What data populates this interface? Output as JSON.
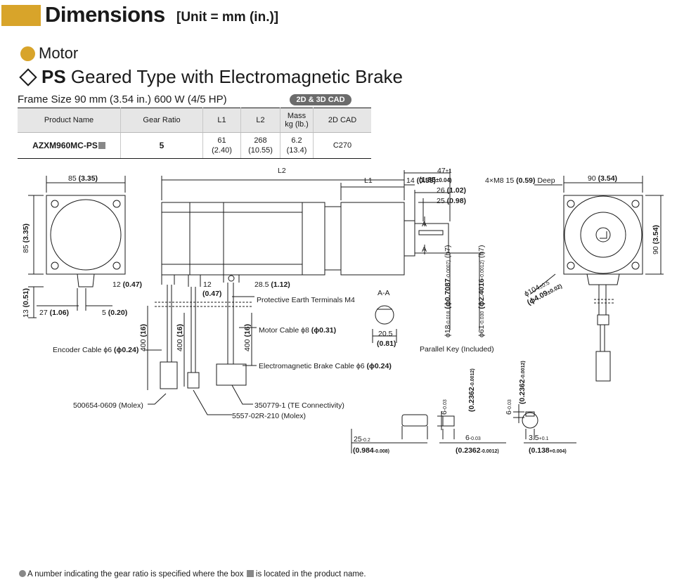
{
  "header": {
    "title": "Dimensions",
    "unit": "[Unit = mm (in.)]"
  },
  "section": {
    "motor": "Motor",
    "type_bold": "PS",
    "type_rest": "Geared Type with Electromagnetic Brake"
  },
  "frame_line": "Frame Size 90 mm (3.54 in.) 600 W (4/5 HP)",
  "cad_badge": "2D & 3D CAD",
  "table": {
    "headers": {
      "product": "Product Name",
      "gear": "Gear Ratio",
      "l1": "L1",
      "l2": "L2",
      "mass1": "Mass",
      "mass2": "kg (lb.)",
      "cad": "2D CAD"
    },
    "row": {
      "product": "AZXM960MC-PS",
      "gear": "5",
      "l1a": "61",
      "l1b": "(2.40)",
      "l2a": "268",
      "l2b": "(10.55)",
      "massa": "6.2",
      "massb": "(13.4)",
      "cad": "C270"
    }
  },
  "dims": {
    "d85": "85",
    "d85in": "(3.35)",
    "d85v": "85",
    "d85vin": "(3.35)",
    "d13": "13",
    "d13in": "(0.51)",
    "d27": "27",
    "d27in": "(1.06)",
    "d5": "5",
    "d5in": "(0.20)",
    "d12": "12",
    "d12in": "(0.47)",
    "d12b": "12",
    "d12bin": "(0.47)",
    "d28": "28.5",
    "d28in": "(1.12)",
    "l2": "L2",
    "l1": "L1",
    "d47": "47",
    "d47tol": "±1",
    "d185": "(1.85",
    "d185tol": "±0.04)",
    "d14": "14",
    "d14in": "(0.55)",
    "d26": "26",
    "d26in": "(1.02)",
    "d25": "25",
    "d25in": "(0.98)",
    "a_label": "A",
    "m8": "4×M8 15",
    "m8in": "(0.59)",
    "m8deep": "Deep",
    "d90": "90",
    "d90in": "(3.54)",
    "d90v": "90",
    "d90vin": "(3.54)",
    "d104": "ϕ104",
    "d104tol": "±0.5",
    "d409": "(ϕ4.09",
    "d409tol": "±0.02)",
    "shaft1": "ϕ18",
    "shaft1tol": "-0.018",
    "shaft1in": "(ϕ0.7087",
    "shaft1intol": "-0.0007)",
    "shaft1h": "(h7)",
    "shaft2": "ϕ61",
    "shaft2tol": "-0.030",
    "shaft2in": "(ϕ2.4016",
    "shaft2intol": "-0.0012)",
    "shaft2h": "(h7)",
    "aa": "A-A",
    "d205": "20.5",
    "d205in": "(0.81)",
    "cable400a": "400",
    "cable400ain": "(16)",
    "cable400b": "400",
    "cable400bin": "(16)",
    "cable400c": "400",
    "cable400cin": "(16)",
    "key_label": "Parallel Key (Included)",
    "k25": "25",
    "k25tol": "-0.2",
    "k984": "(0.984",
    "k984tol": "-0.008)",
    "k6a": "6",
    "k6atol": "-0.03",
    "k2362a": "(0.2362",
    "k2362atol": "-0.0012)",
    "k6b": "6",
    "k6btol": "-0.03",
    "k2362b": "(0.2362",
    "k2362btol": "-0.0012)",
    "k6c": "6",
    "k6ctol": "-0.03",
    "k2362c": "(0.2362",
    "k2362ctol": "-0.0012)",
    "k35": "3.5",
    "k35tol": "+0.1",
    "k138": "(0.138",
    "k138tol": "+0.004)"
  },
  "callouts": {
    "pe": "Protective Earth Terminals M4",
    "motor_cable": "Motor Cable ϕ8",
    "motor_cable_in": "(ϕ0.31)",
    "encoder_cable": "Encoder Cable ϕ6",
    "encoder_cable_in": "(ϕ0.24)",
    "brake_cable": "Electromagnetic Brake Cable ϕ6",
    "brake_cable_in": "(ϕ0.24)",
    "molex1": "500654-0609 (Molex)",
    "te": "350779-1 (TE Connectivity)",
    "molex2": "5557-02R-210 (Molex)"
  },
  "footnote": "A number indicating the gear ratio is specified where the box",
  "footnote2": "is located in the product name."
}
